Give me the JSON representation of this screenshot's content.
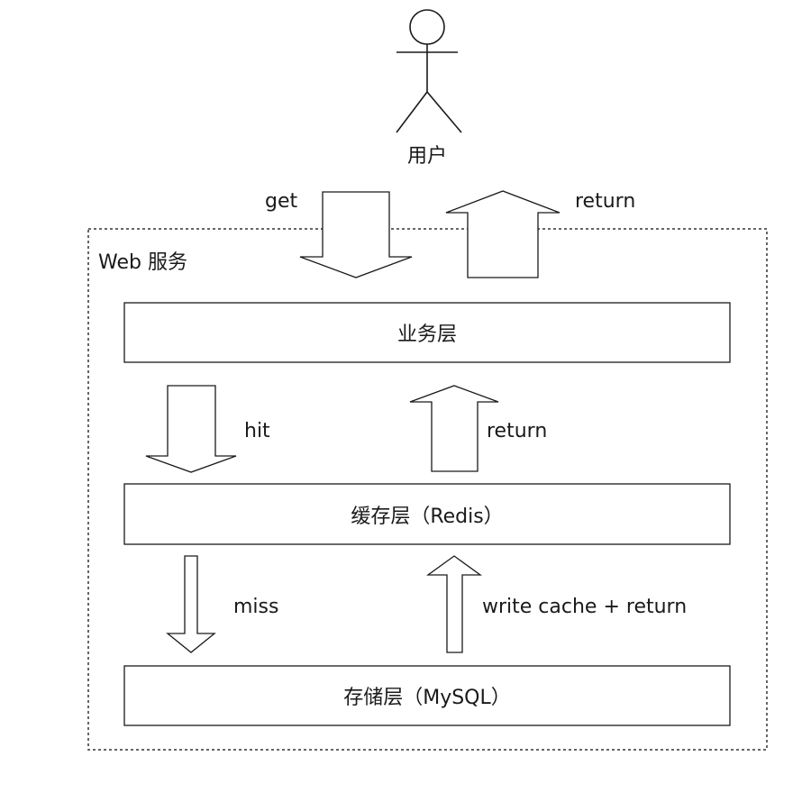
{
  "diagram": {
    "actor_label": "用户",
    "web_service_label": "Web 服务",
    "arrow_labels": {
      "get": "get",
      "return_top": "return",
      "hit": "hit",
      "return_mid": "return",
      "miss": "miss",
      "write_cache_return": "write cache + return"
    },
    "layers": {
      "business": "业务层",
      "cache": "缓存层（Redis）",
      "storage": "存储层（MySQL）"
    }
  }
}
